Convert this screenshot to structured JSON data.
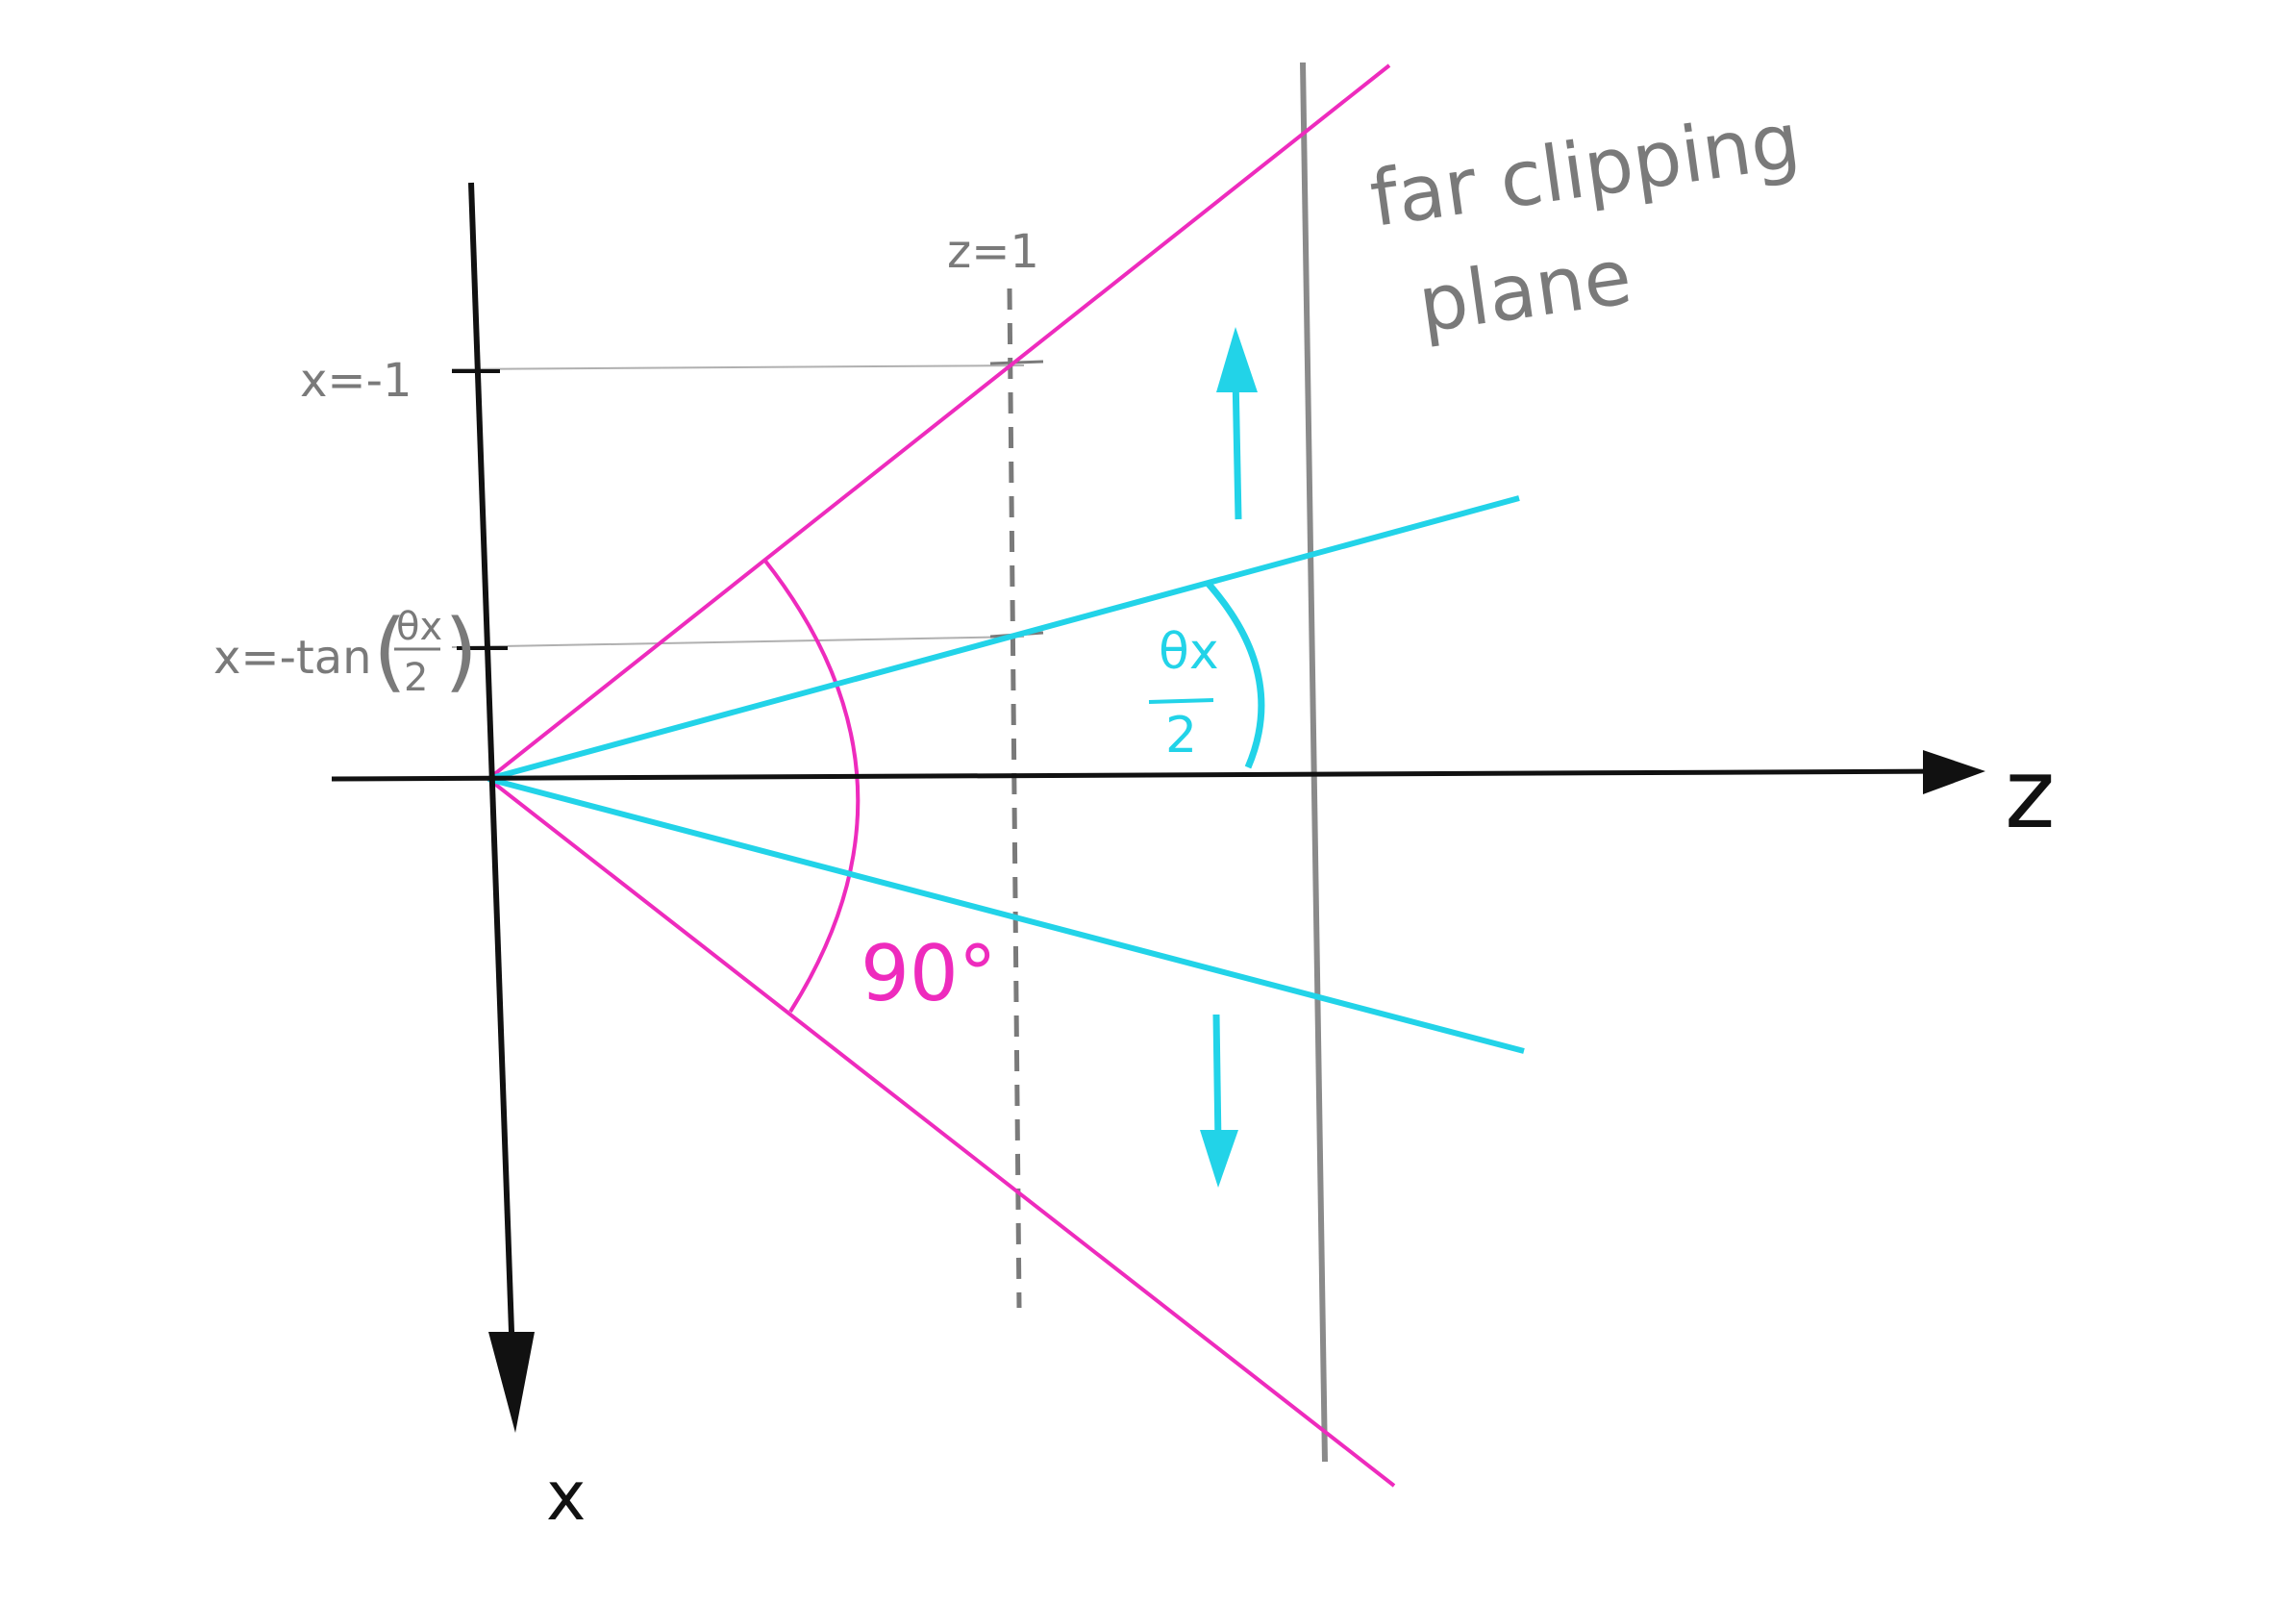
{
  "labels": {
    "z_axis": "z",
    "x_axis": "x",
    "z_equals_one": "z=1",
    "x_minus_one": "x=-1",
    "x_tan_prefix": "x=-tan",
    "theta_x": "θx",
    "half": "2",
    "far_line1": "far clipping",
    "far_line2": "plane",
    "angle_90": "90°"
  },
  "colors": {
    "axis": "#111111",
    "magenta": "#ee2bbd",
    "cyan": "#22d3e8",
    "gray": "#7a7a7a",
    "light_gray": "#b0b0b0"
  }
}
